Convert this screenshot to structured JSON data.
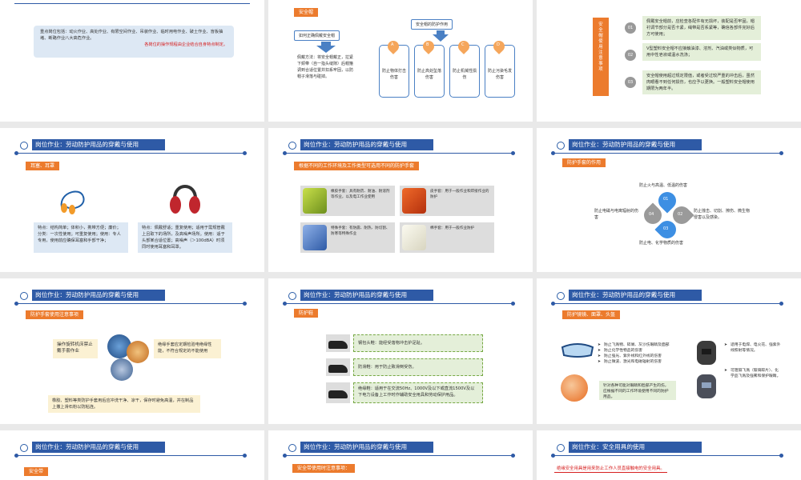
{
  "header_title": "岗位作业：劳动防护用品的穿戴与使用",
  "header_title_safety": "岗位作业：安全用具的使用",
  "s1": {
    "text": "重点岗位包括：动火作业、高处作业、有限空间作业、吊装作业、临时用电作业、破土作业、盲板抽堵、断路作业八大高危作业。",
    "note": "各岗位的操作规程由企业结合自身特点制定。"
  },
  "s2": {
    "tag": "安全帽",
    "left_label": "如何正确佩戴安全帽",
    "left_text": "佩戴方法：将安全帽戴正，拉紧下颏带（自一指头缝隙）后帽箍调到合适位置并扣系牢固，以防帽子滑落与碰掉。",
    "right_label": "安全帽的防护作用",
    "cards": [
      "防止物体打击伤害",
      "防止高处坠落伤害",
      "防止机械性损伤",
      "防止污染毛发伤害"
    ],
    "letters": [
      "A",
      "B",
      "C",
      "D"
    ]
  },
  "s3": {
    "vertical": "安全帽使用注意事项",
    "items": [
      {
        "num": "01",
        "text": "佩戴安全帽前，应检查各配件有无损坏，装配是否牢固，帽衬调节部分是否卡紧，绳带是否系紧等，确信各部件完好后方可使用；"
      },
      {
        "num": "02",
        "text": "V型塑料安全帽不应接触油漆、溶剂、汽油或类似物质，可用中性皂液或温水洗涤；"
      },
      {
        "num": "03",
        "text": "安全帽使用超过规定限值，或者受过较严重的冲击后，虽然肉眼看不到任何损伤，也应予以更换。一般塑料安全帽使用期限为两年半。"
      }
    ]
  },
  "s4": {
    "tag": "耳塞、耳罩",
    "left_text": "特点：结构简单；体积小，携带方便；廉价；分类：一次性使用；可重复使用；使用：专人专用，使用前应确保耳塞和手部干净；",
    "right_text": "特点：佩戴舒适；重复使用；适用于需规管戴上且取下的场所，及高噪声场所。使用：适于头部某合适位置；高噪声（＞100dBA）时须同时使用耳塞和耳罩。"
  },
  "s5": {
    "tag": "根据不同的工作环境及工作类型可选用不同的防护手套",
    "gloves": [
      {
        "text": "橡胶手套：具有耐药、耐油、耐溶剂等作业，以及电工作业使用"
      },
      {
        "text": "皮手套：用于一般作业和焊接作业的防护"
      },
      {
        "text": "特殊手套：有防震、耐热、防切割、防寒等特殊作业"
      },
      {
        "text": "棉手套：用于一般作业防护"
      }
    ]
  },
  "s6": {
    "tag": "防护手套的作用",
    "petals": [
      "01",
      "02",
      "03",
      "04"
    ],
    "labels": [
      "防止火与高温、低温的伤害",
      "防止撞击、切割、擦伤、微生物侵害以及感染。",
      "防止电、化学物质的伤害",
      "防止电磁与电离辐射的伤害"
    ]
  },
  "s7": {
    "tag": "防护手套使用注意事项",
    "left_text": "操作旋转机床禁止戴手套作业",
    "right_text": "绝缘手套应定期检验电绝缘性能，不符合规定的不能使用",
    "bottom_text": "橡胶、塑料等类防护手套用后应冲洗干净、凉干，保存时避免高温，并在制品上撒上滑石粉以防粘连。"
  },
  "s8": {
    "tag": "防护鞋",
    "rows": [
      "钢包头鞋：能经受落物冲击护足趾。",
      "防滑鞋：用于防止致滑倒受伤。",
      "绝缘鞋：适用于在交流50Hz、1000V及以下或直流1500V及以下电力设备上工作时作辅助安全用具和劳动保护用品。"
    ]
  },
  "s9": {
    "tag": "防护镜镜、面罩、头盔",
    "bullets": [
      "防止飞溅物、碎屑、灰沙伤眼睛及面部",
      "防止化学性物品的伤害",
      "防止强光、紫外线和红外线的伤害",
      "防止微波、激光和电磁辐射的伤害"
    ],
    "right_top": "适用于电焊、电火花、强紫外线照射等情况。",
    "right_bottom": "可阻隔飞溅（玻璃碎片）、化学品飞溅及强雾和保护眼睛。",
    "bottom_text": "针对各种可能对眼睛和脸部产生的伤，应根据不同的工作环境使用不同的防护用品。"
  },
  "s10": {
    "tag": "安全带"
  },
  "s11": {
    "tag": "安全带使用时注意事项："
  },
  "s12": {
    "text": "绝缘安全用具是用来防止工作人员直接触电的安全用具。"
  },
  "colors": {
    "accent_blue": "#2e5aa6",
    "orange": "#ec7b2d",
    "green_box": "#e4efd9"
  }
}
